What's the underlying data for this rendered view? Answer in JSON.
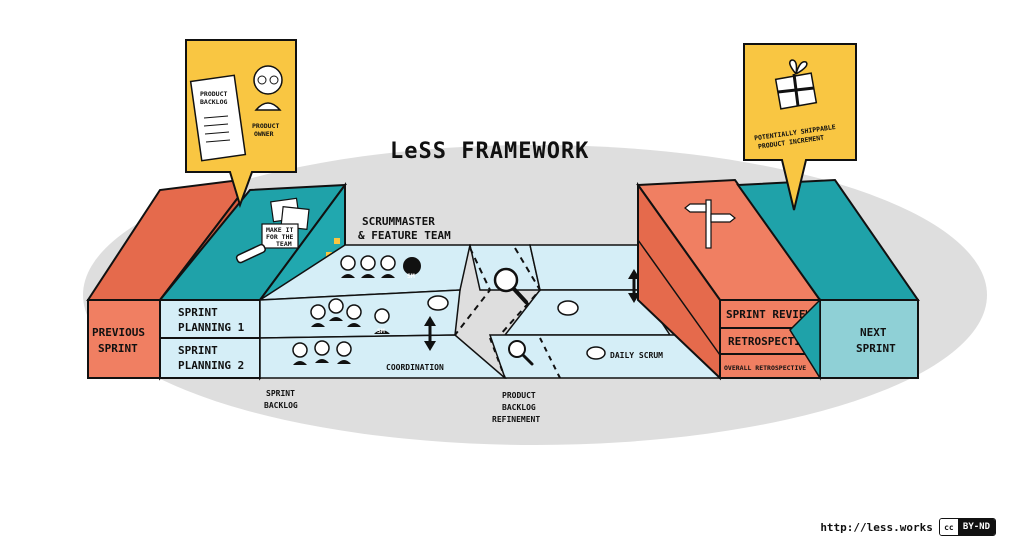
{
  "title": "LeSS FRAMEWORK",
  "previous_sprint": [
    "PREVIOUS",
    "SPRINT"
  ],
  "next_sprint": [
    "NEXT",
    "SPRINT"
  ],
  "sprint_planning_1": [
    "SPRINT",
    "PLANNING 1"
  ],
  "sprint_planning_2": [
    "SPRINT",
    "PLANNING 2"
  ],
  "scrummaster_team": [
    "SCRUMMASTER",
    "& FEATURE TEAM"
  ],
  "coordination": "COORDINATION",
  "daily_scrum": "DAILY SCRUM",
  "sprint_backlog": [
    "SPRINT",
    "BACKLOG"
  ],
  "pbr": [
    "PRODUCT",
    "BACKLOG",
    "REFINEMENT"
  ],
  "sprint_review": "SPRINT REVIEW",
  "retrospective": "RETROSPECTIVE",
  "overall_retrospective": "OVERALL RETROSPECTIVE",
  "product_owner_bubble": {
    "backlog": [
      "PRODUCT",
      "BACKLOG"
    ],
    "owner": [
      "PRODUCT",
      "OWNER"
    ]
  },
  "increment_bubble": [
    "POTENTIALLY SHIPPABLE",
    "PRODUCT INCREMENT"
  ],
  "note_text": [
    "MAKE IT",
    "FOR THE",
    "TEAM"
  ],
  "sm_badge": "SM",
  "footer": {
    "url": "http://less.works",
    "cc": "cc",
    "license": "BY-ND"
  },
  "colors": {
    "salmon": "#F07F62",
    "teal": "#1FA2A9",
    "light_blue": "#D5EEF7",
    "yellow": "#F9C642",
    "ellipse": "#DEDEDE"
  }
}
